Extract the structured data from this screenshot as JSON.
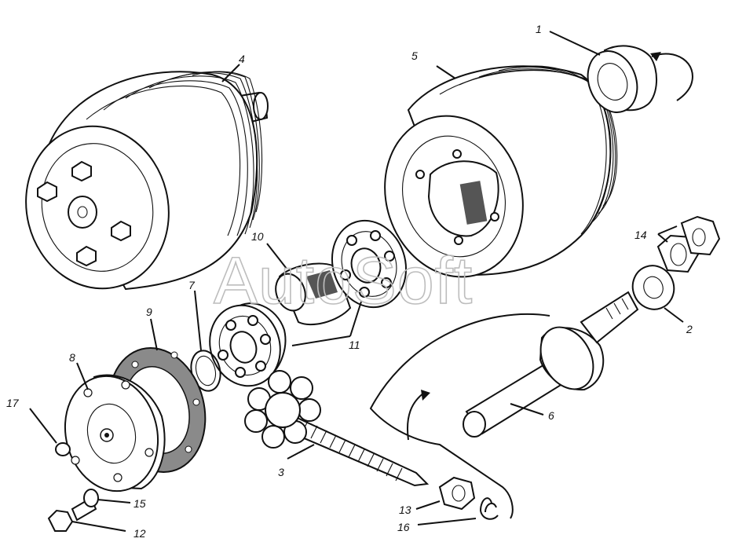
{
  "diagram": {
    "watermark": "AutoSoft",
    "labels": [
      "1",
      "2",
      "3",
      "4",
      "5",
      "6",
      "7",
      "8",
      "9",
      "10",
      "11",
      "12",
      "13",
      "14",
      "15",
      "16",
      "17"
    ]
  }
}
